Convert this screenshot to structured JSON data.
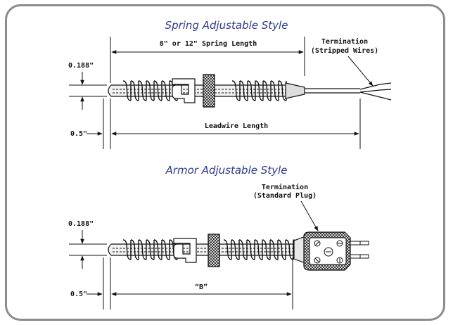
{
  "spring": {
    "title": "Spring Adjustable Style",
    "spring_length": "8\" or 12\" Spring Length",
    "termination_line1": "Termination",
    "termination_line2": "(Stripped Wires)",
    "diameter": "0.188\"",
    "offset": "0.5\"",
    "leadwire": "Leadwire Length"
  },
  "armor": {
    "title": "Armor Adjustable Style",
    "termination_line1": "Termination",
    "termination_line2": "(Standard Plug)",
    "diameter": "0.188\"",
    "offset": "0.5\"",
    "b_label": "“B”"
  }
}
